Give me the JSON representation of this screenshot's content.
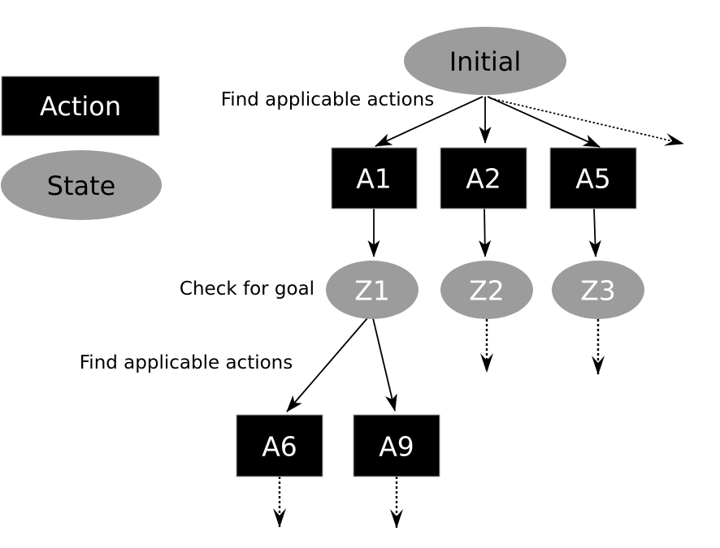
{
  "diagram": {
    "legend": {
      "action_label": "Action",
      "state_label": "State"
    },
    "annotations": {
      "find_applicable_top": "Find applicable actions",
      "check_for_goal": "Check for goal",
      "find_applicable_bottom": "Find applicable actions"
    },
    "nodes": {
      "initial": "Initial",
      "a1": "A1",
      "a2": "A2",
      "a5": "A5",
      "z1": "Z1",
      "z2": "Z2",
      "z3": "Z3",
      "a6": "A6",
      "a9": "A9"
    },
    "colors": {
      "state_fill": "#9c9c9c",
      "action_fill": "#000000",
      "action_label": "#ffffff",
      "state_child_label": "#ffffff",
      "state_root_label": "#000000",
      "edge": "#000000",
      "background": "#ffffff"
    }
  }
}
